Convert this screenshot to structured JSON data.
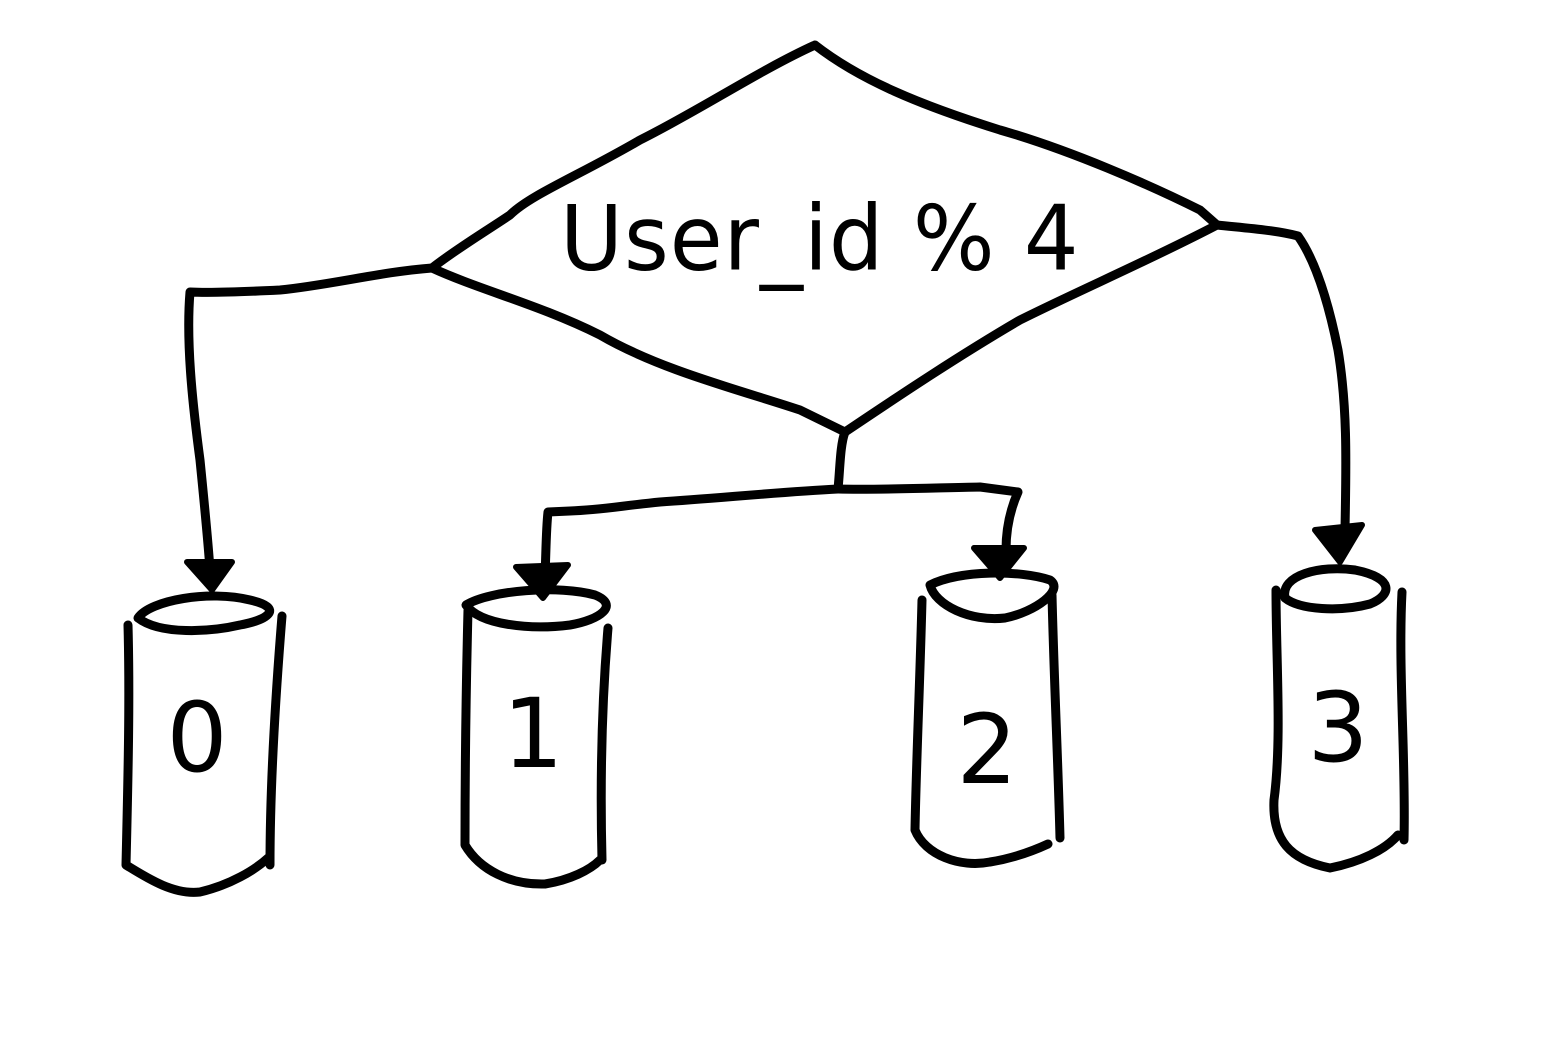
{
  "diagram": {
    "decision": {
      "label": "User_id % 4"
    },
    "shards": [
      {
        "label": "0"
      },
      {
        "label": "1"
      },
      {
        "label": "2"
      },
      {
        "label": "3"
      }
    ]
  },
  "colors": {
    "ink": "#000000",
    "background": "#ffffff"
  }
}
